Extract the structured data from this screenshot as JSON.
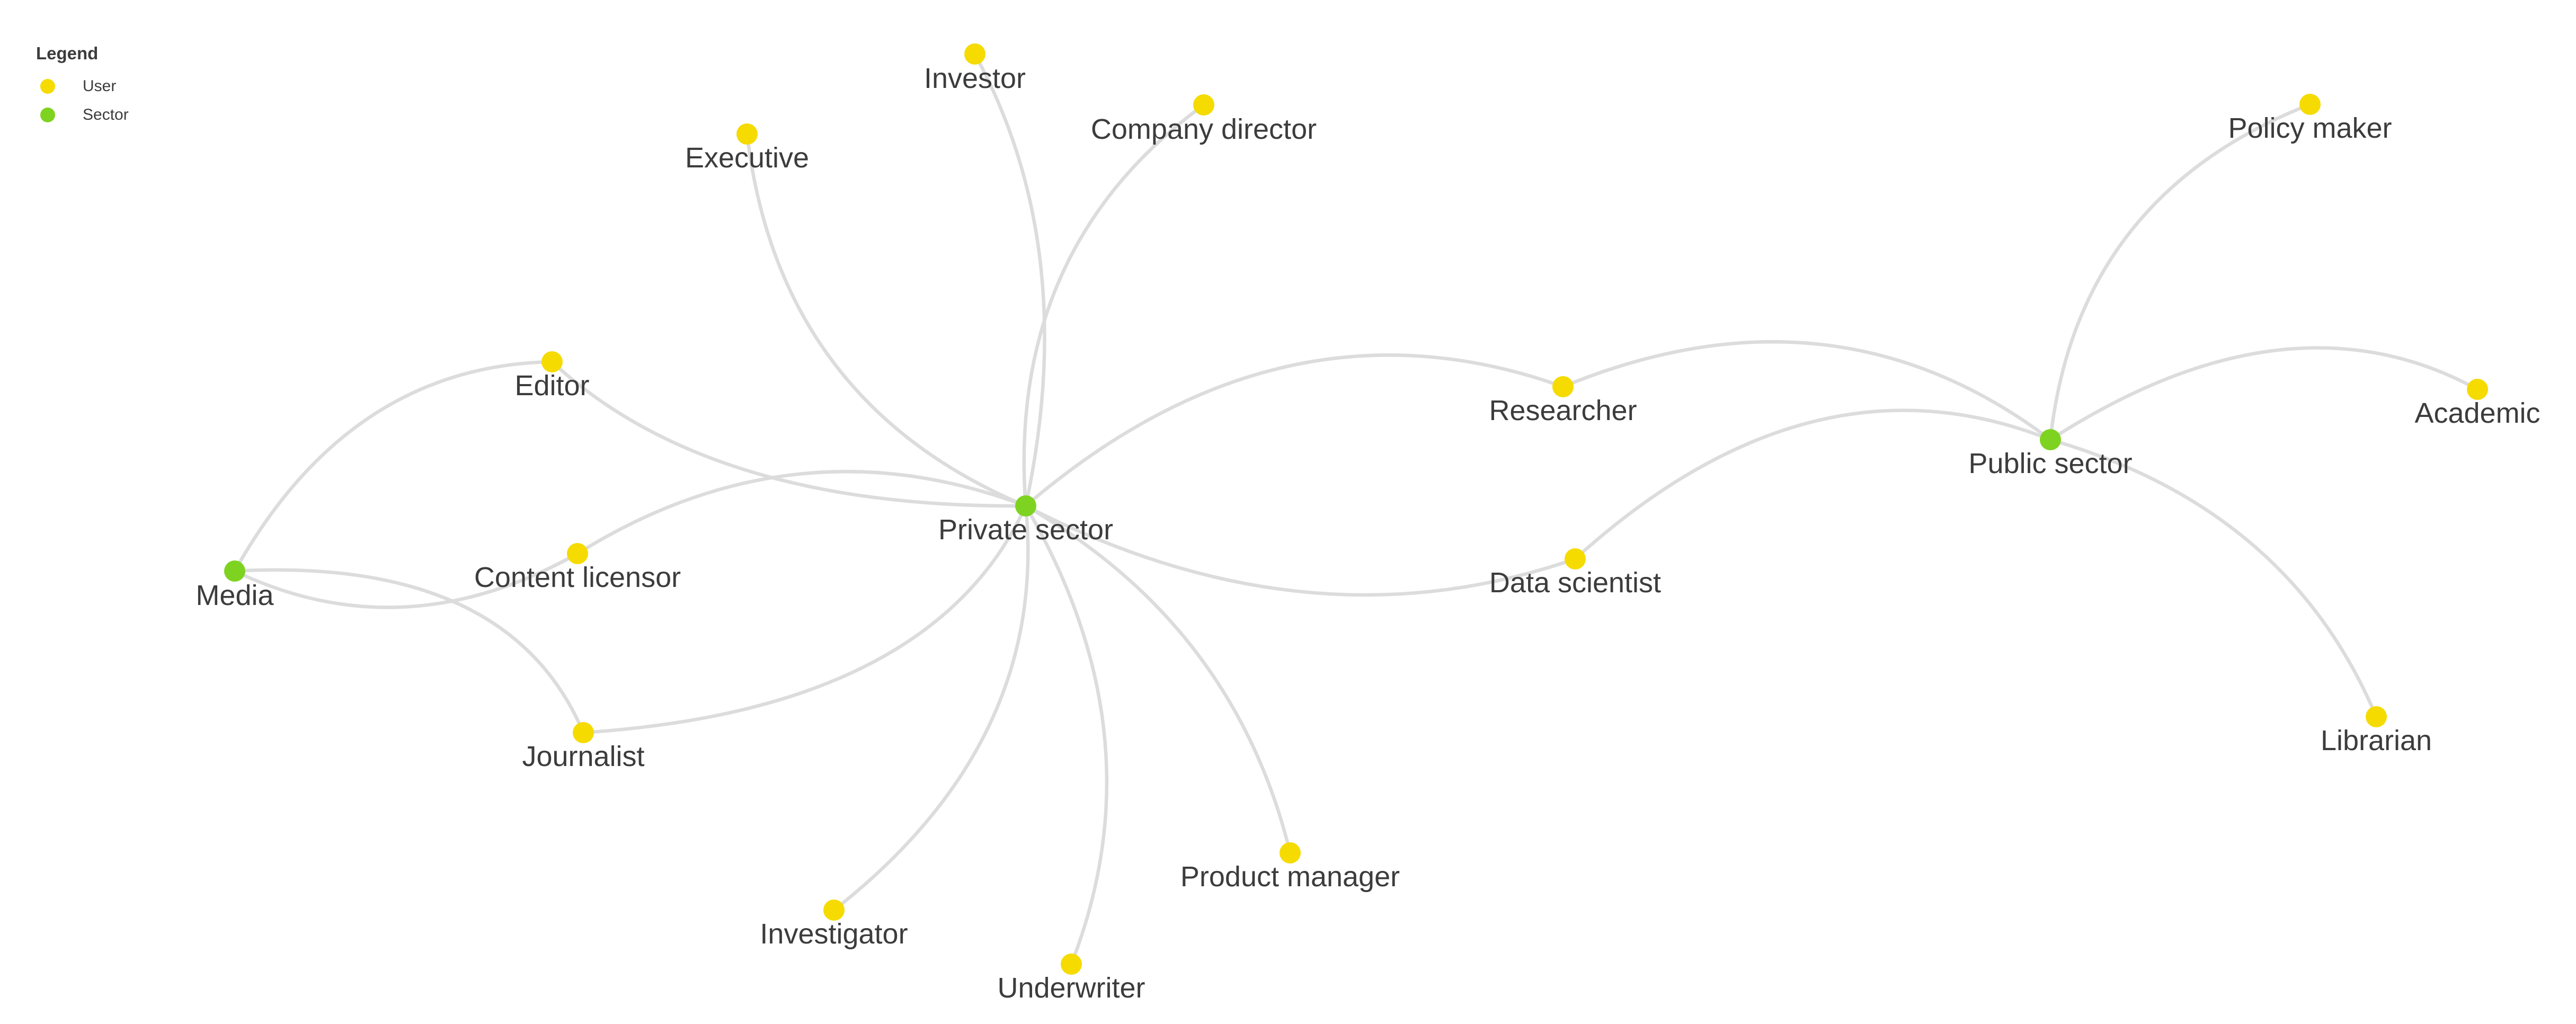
{
  "colors": {
    "user": "#f5db00",
    "sector": "#7ed321",
    "edge": "#dcdcdc",
    "label": "#3c3c3c"
  },
  "legend": {
    "title": "Legend",
    "items": [
      {
        "label": "User",
        "kind": "user"
      },
      {
        "label": "Sector",
        "kind": "sector"
      }
    ]
  },
  "nodes": [
    {
      "id": "private",
      "label": "Private sector",
      "kind": "sector"
    },
    {
      "id": "public",
      "label": "Public sector",
      "kind": "sector"
    },
    {
      "id": "media",
      "label": "Media",
      "kind": "sector"
    },
    {
      "id": "investor",
      "label": "Investor",
      "kind": "user"
    },
    {
      "id": "company_director",
      "label": "Company director",
      "kind": "user"
    },
    {
      "id": "executive",
      "label": "Executive",
      "kind": "user"
    },
    {
      "id": "editor",
      "label": "Editor",
      "kind": "user"
    },
    {
      "id": "content_licensor",
      "label": "Content licensor",
      "kind": "user"
    },
    {
      "id": "journalist",
      "label": "Journalist",
      "kind": "user"
    },
    {
      "id": "investigator",
      "label": "Investigator",
      "kind": "user"
    },
    {
      "id": "underwriter",
      "label": "Underwriter",
      "kind": "user"
    },
    {
      "id": "product_manager",
      "label": "Product manager",
      "kind": "user"
    },
    {
      "id": "researcher",
      "label": "Researcher",
      "kind": "user"
    },
    {
      "id": "data_scientist",
      "label": "Data scientist",
      "kind": "user"
    },
    {
      "id": "policy_maker",
      "label": "Policy maker",
      "kind": "user"
    },
    {
      "id": "academic",
      "label": "Academic",
      "kind": "user"
    },
    {
      "id": "librarian",
      "label": "Librarian",
      "kind": "user"
    }
  ],
  "edges": [
    {
      "source": "private",
      "target": "investor"
    },
    {
      "source": "private",
      "target": "company_director"
    },
    {
      "source": "private",
      "target": "executive"
    },
    {
      "source": "private",
      "target": "editor"
    },
    {
      "source": "private",
      "target": "content_licensor"
    },
    {
      "source": "private",
      "target": "journalist"
    },
    {
      "source": "private",
      "target": "investigator"
    },
    {
      "source": "private",
      "target": "underwriter"
    },
    {
      "source": "private",
      "target": "product_manager"
    },
    {
      "source": "private",
      "target": "researcher"
    },
    {
      "source": "private",
      "target": "data_scientist"
    },
    {
      "source": "media",
      "target": "editor"
    },
    {
      "source": "media",
      "target": "content_licensor"
    },
    {
      "source": "media",
      "target": "journalist"
    },
    {
      "source": "public",
      "target": "researcher"
    },
    {
      "source": "public",
      "target": "data_scientist"
    },
    {
      "source": "public",
      "target": "policy_maker"
    },
    {
      "source": "public",
      "target": "academic"
    },
    {
      "source": "public",
      "target": "librarian"
    }
  ]
}
